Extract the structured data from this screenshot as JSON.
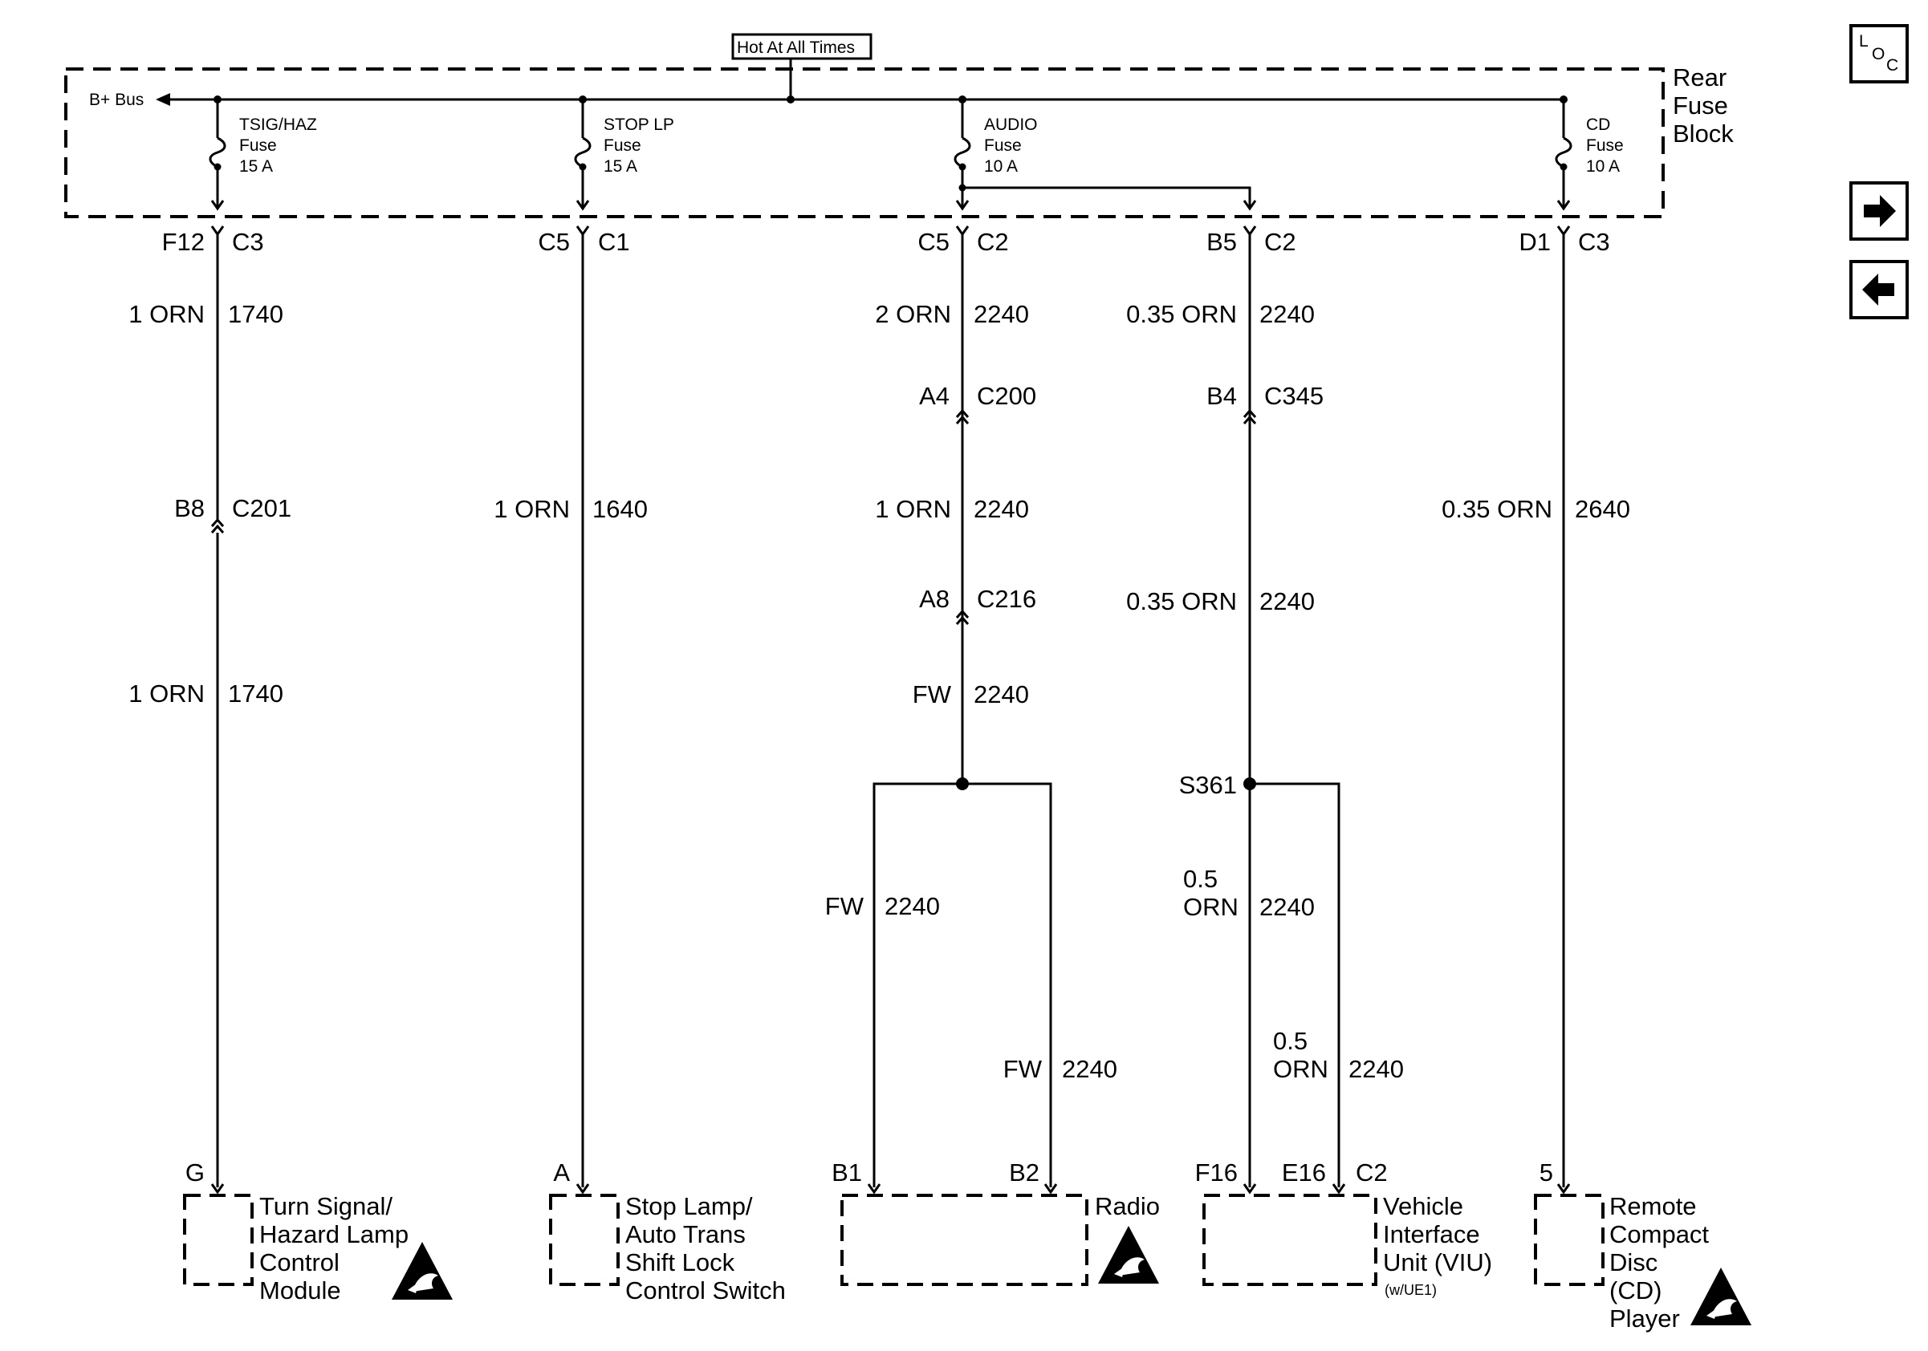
{
  "fuse_block": {
    "title_lines": [
      "Rear",
      "Fuse",
      "Block"
    ],
    "hot_label": "Hot At All Times",
    "bus_label": "B+ Bus"
  },
  "fuses": [
    {
      "name": "TSIG/HAZ",
      "type": "Fuse",
      "rating": "15 A"
    },
    {
      "name": "STOP LP",
      "type": "Fuse",
      "rating": "15 A"
    },
    {
      "name": "AUDIO",
      "type": "Fuse",
      "rating": "10 A"
    },
    {
      "name": "CD",
      "type": "Fuse",
      "rating": "10 A"
    }
  ],
  "fuse_connectors": [
    {
      "pin": "F12",
      "conn": "C3"
    },
    {
      "pin": "C5",
      "conn": "C1"
    },
    {
      "pin": "C5",
      "conn": "C2"
    },
    {
      "pin": "B5",
      "conn": "C2"
    },
    {
      "pin": "D1",
      "conn": "C3"
    }
  ],
  "circuits": {
    "tsig": [
      {
        "wire": "1 ORN",
        "circuit": "1740"
      },
      {
        "wire": "1 ORN",
        "circuit": "1740"
      }
    ],
    "tsig_inline": {
      "pin": "B8",
      "conn": "C201"
    },
    "stop": {
      "wire": "1 ORN",
      "circuit": "1640"
    },
    "audio": [
      {
        "wire": "2 ORN",
        "circuit": "2240"
      },
      {
        "wire": "1 ORN",
        "circuit": "2240"
      },
      {
        "wire": "FW",
        "circuit": "2240"
      }
    ],
    "audio_inline": [
      {
        "pin": "A4",
        "conn": "C200"
      },
      {
        "pin": "A8",
        "conn": "C216"
      }
    ],
    "radio_left": {
      "wire": "FW",
      "circuit": "2240"
    },
    "radio_right": {
      "wire": "FW",
      "circuit": "2240"
    },
    "viu": [
      {
        "wire": "0.35 ORN",
        "circuit": "2240"
      },
      {
        "wire": "0.35 ORN",
        "circuit": "2240"
      }
    ],
    "viu_inline": {
      "pin": "B4",
      "conn": "C345"
    },
    "splice": "S361",
    "viu_left": {
      "wire_lines": [
        "0.5",
        "ORN"
      ],
      "circuit": "2240"
    },
    "viu_right": {
      "wire_lines": [
        "0.5",
        "ORN"
      ],
      "circuit": "2240"
    },
    "cd": {
      "wire": "0.35 ORN",
      "circuit": "2640"
    }
  },
  "components": [
    {
      "pins": [
        "G"
      ],
      "lines": [
        "Turn Signal/",
        "Hazard Lamp",
        "Control",
        "Module"
      ],
      "esd": true
    },
    {
      "pins": [
        "A"
      ],
      "lines": [
        "Stop Lamp/",
        "Auto Trans",
        "Shift Lock",
        "Control Switch"
      ],
      "esd": false
    },
    {
      "pins": [
        "B1",
        "B2"
      ],
      "lines": [
        "Radio"
      ],
      "esd": true
    },
    {
      "pins": [
        "F16",
        "E16",
        "C2"
      ],
      "lines": [
        "Vehicle",
        "Interface",
        "Unit (VIU)"
      ],
      "note": "(w/UE1)",
      "esd": false
    },
    {
      "pins": [
        "5"
      ],
      "lines": [
        "Remote",
        "Compact",
        "Disc",
        "(CD)",
        "Player"
      ],
      "esd": true
    }
  ],
  "nav": {
    "loc_letters": [
      "L",
      "O",
      "C"
    ],
    "next_icon": "arrow-right-icon",
    "prev_icon": "arrow-left-icon"
  }
}
